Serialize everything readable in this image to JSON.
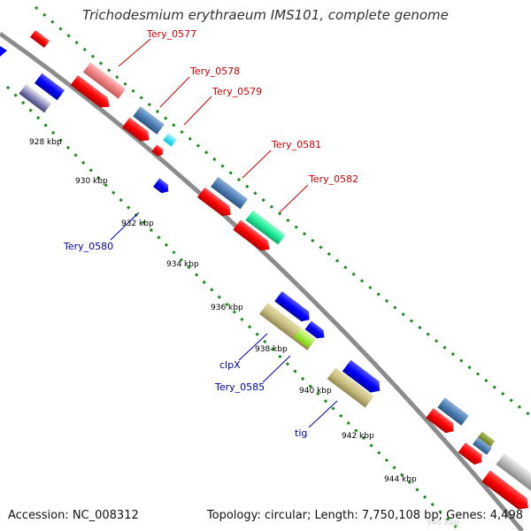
{
  "title": "Trichodesmium erythraeum IMS101, complete genome",
  "footer": {
    "accession": "Accession: NC_008312",
    "topology": "Topology: circular; Length: 7,750,108 bp; Genes: 4,498"
  },
  "ticks": [
    "928 kbp",
    "930 kbp",
    "932 kbp",
    "934 kbp",
    "936 kbp",
    "938 kbp",
    "940 kbp",
    "942 kbp",
    "944 kbp",
    "946 kbp"
  ],
  "gene_labels": {
    "tery_0577": "Tery_0577",
    "tery_0578": "Tery_0578",
    "tery_0579": "Tery_0579",
    "tery_0580": "Tery_0580",
    "tery_0581": "Tery_0581",
    "tery_0582": "Tery_0582",
    "clpx": "clpX",
    "tery_0585": "Tery_0585",
    "tig": "tig"
  },
  "colors": {
    "backbone": "#8c8c8c",
    "dots": "#1a8c1a",
    "cds": "#ff0000",
    "forward_gene": "#0000ff",
    "steel": "#4f7fb5",
    "pink": "#f08080",
    "cyan": "#00e5ff",
    "mint": "#20ee99",
    "khaki": "#c9c080",
    "lime": "#99ff22",
    "olive": "#7a8c20",
    "grey": "#bbbbbb",
    "label_red": "#cc0000",
    "label_blue": "#0000aa"
  }
}
